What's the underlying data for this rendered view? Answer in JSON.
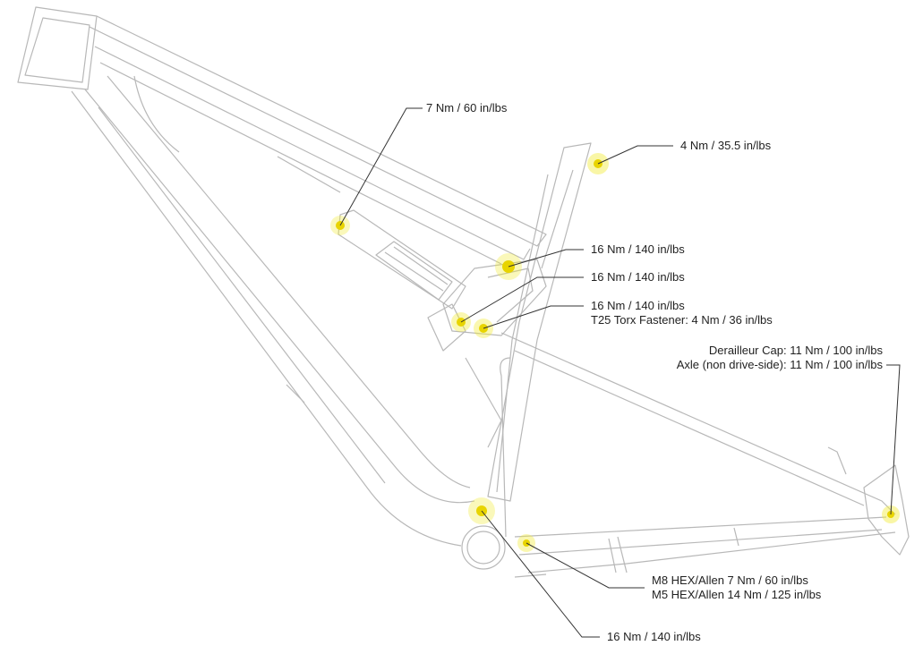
{
  "callouts": {
    "shock_top": {
      "lines": [
        "7 Nm / 60 in/lbs"
      ]
    },
    "seat_clamp": {
      "lines": [
        "4 Nm / 35.5 in/lbs"
      ]
    },
    "rocker_main": {
      "lines": [
        "16 Nm / 140 in/lbs"
      ]
    },
    "rocker_shock": {
      "lines": [
        "16 Nm / 140 in/lbs"
      ]
    },
    "rocker_stay": {
      "lines": [
        "16 Nm / 140 in/lbs",
        "T25 Torx Fastener: 4 Nm / 36 in/lbs"
      ]
    },
    "derailleur": {
      "lines": [
        "Derailleur Cap: 11 Nm / 100 in/lbs",
        "Axle (non drive-side): 11 Nm / 100 in/lbs"
      ]
    },
    "chainstay_pivot": {
      "lines": [
        "M8 HEX/Allen 7 Nm / 60 in/lbs",
        "M5 HEX/Allen 14 Nm / 125 in/lbs"
      ]
    },
    "main_pivot": {
      "lines": [
        "16 Nm / 140 in/lbs"
      ]
    }
  },
  "colors": {
    "frame_line": "#b8b8b8",
    "leader_line": "#333333",
    "bolt_highlight": "#f2ec3a",
    "bolt_core": "#e8d400",
    "text": "#222222"
  }
}
